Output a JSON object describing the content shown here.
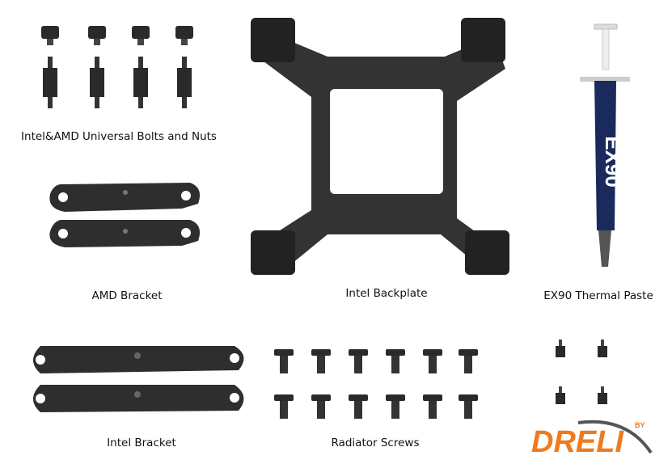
{
  "captions": {
    "bolts_nuts": "Intel&AMD Universal Bolts and Nuts",
    "amd_bracket": "AMD Bracket",
    "intel_backplate": "Intel Backplate",
    "thermal_paste": "EX90 Thermal Paste",
    "intel_bracket": "Intel Bracket",
    "radiator_screws": "Radiator Screws"
  },
  "syringe_label": "EX90",
  "logo": {
    "by": "BY",
    "name": "DRELI"
  },
  "colors": {
    "brand_orange": "#f07a1e",
    "part_black": "#2b2b2b",
    "syringe_blue": "#1a2a5c"
  }
}
